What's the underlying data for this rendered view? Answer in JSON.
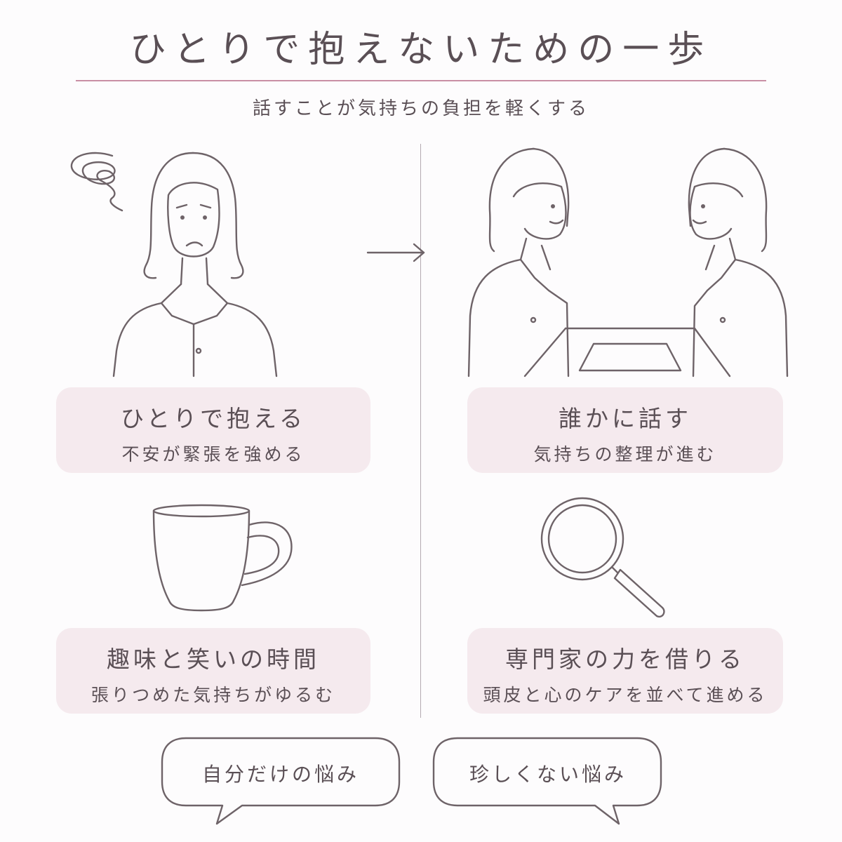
{
  "header": {
    "title": "ひとりで抱えないための一歩",
    "subtitle": "話すことが気持ちの負担を軽くする"
  },
  "cards": [
    {
      "heading": "ひとりで抱える",
      "sub": "不安が緊張を強める"
    },
    {
      "heading": "誰かに話す",
      "sub": "気持ちの整理が進む"
    },
    {
      "heading": "趣味と笑いの時間",
      "sub": "張りつめた気持ちがゆるむ"
    },
    {
      "heading": "専門家の力を借りる",
      "sub": "頭皮と心のケアを並べて進める"
    }
  ],
  "bubbles": [
    {
      "text": "自分だけの悩み"
    },
    {
      "text": "珍しくない悩み"
    }
  ],
  "icons": {
    "worried": "worried-woman-icon",
    "arrow": "arrow-right-icon",
    "talk": "two-women-talking-icon",
    "mug": "mug-icon",
    "magnifier": "magnifying-glass-icon"
  },
  "colors": {
    "accent_rule": "#c98fa4",
    "card_bg": "#f5eaee",
    "text": "#5a4f55",
    "line_art": "#6e6368"
  }
}
